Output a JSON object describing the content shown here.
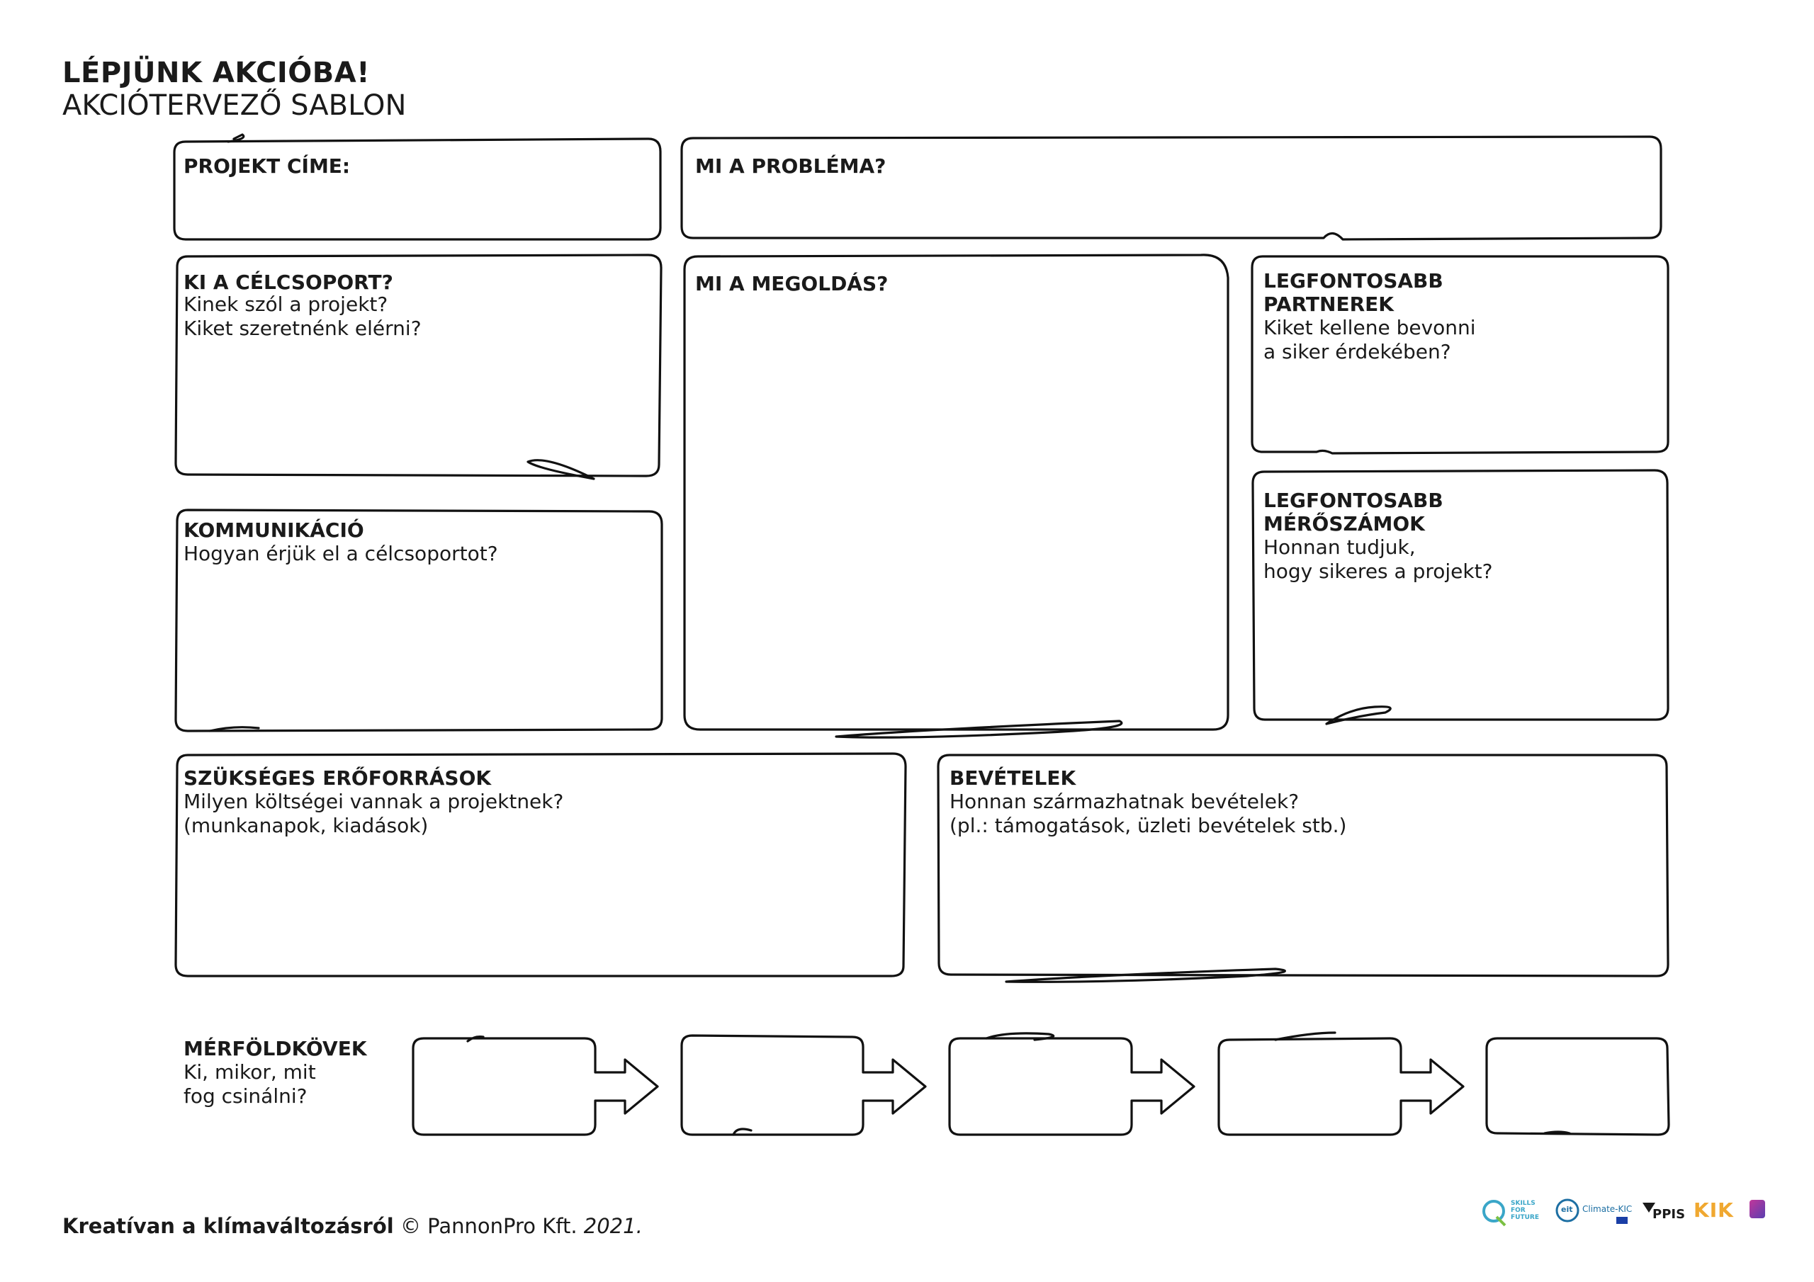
{
  "header": {
    "title": "LÉPJÜNK AKCIÓBA!",
    "subtitle": "AKCIÓTERVEZŐ SABLON"
  },
  "sections": {
    "project_title": {
      "label": "PROJEKT CÍME:"
    },
    "problem": {
      "label": "MI A PROBLÉMA?"
    },
    "target_group": {
      "label": "KI A CÉLCSOPORT?",
      "q1": "Kinek szól a projekt?",
      "q2": "Kiket szeretnénk elérni?"
    },
    "solution": {
      "label": "MI A MEGOLDÁS?"
    },
    "partners": {
      "label1": "LEGFONTOSABB",
      "label2": "PARTNEREK",
      "q1": "Kiket kellene bevonni",
      "q2": "a siker érdekében?"
    },
    "communication": {
      "label": "KOMMUNIKÁCIÓ",
      "q1": "Hogyan érjük el a célcsoportot?"
    },
    "metrics": {
      "label1": "LEGFONTOSABB",
      "label2": "MÉRŐSZÁMOK",
      "q1": "Honnan tudjuk,",
      "q2": "hogy sikeres a projekt?"
    },
    "resources": {
      "label": "SZÜKSÉGES ERŐFORRÁSOK",
      "q1": "Milyen költségei vannak a projektnek?",
      "q2": "(munkanapok, kiadások)"
    },
    "revenues": {
      "label": "BEVÉTELEK",
      "q1": "Honnan származhatnak bevételek?",
      "q2": "(pl.: támogatások, üzleti bevételek stb.)"
    },
    "milestones": {
      "label": "MÉRFÖLDKÖVEK",
      "q1": "Ki, mikor, mit",
      "q2": "fog csinálni?"
    }
  },
  "footer": {
    "brand": "Kreatívan a klímaváltozásról",
    "copyright": "© PannonPro Kft.",
    "year": "2021."
  },
  "logos": {
    "skills_for_future": {
      "l1": "SKILLS",
      "l2": "FOR",
      "l3": "FUTURE"
    },
    "climate_kic": {
      "name": "Climate-KIC",
      "mark": "eit"
    },
    "ppis": {
      "name": "PPIS"
    },
    "kik": {
      "name": "KIK"
    }
  }
}
